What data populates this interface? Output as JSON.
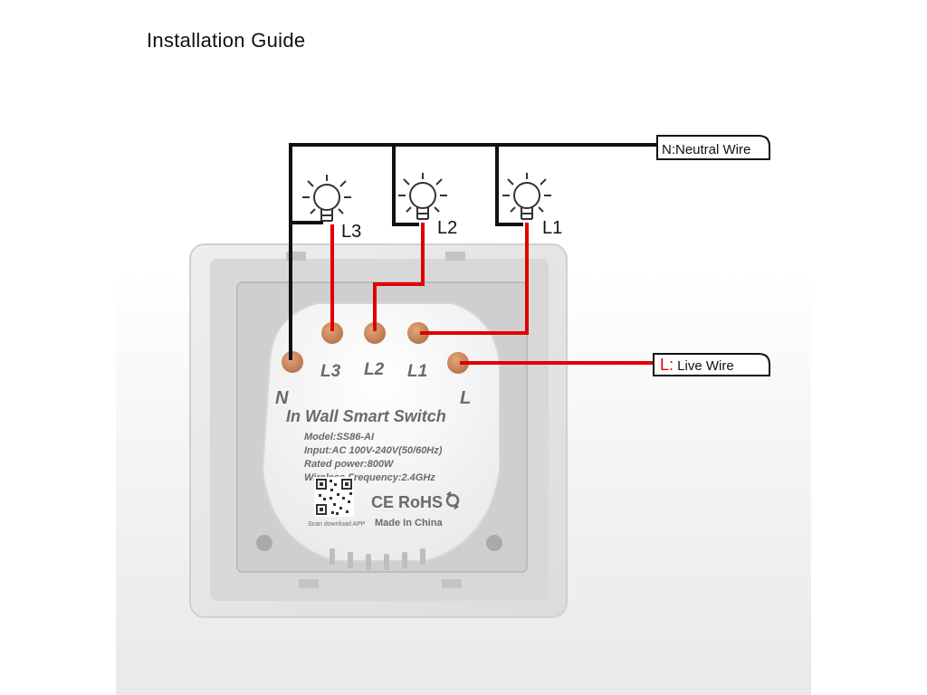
{
  "title": "Installation Guide",
  "labels": {
    "neutral_wire": "N:Neutral Wire",
    "live_prefix": "L:",
    "live_text": " Live Wire",
    "lamp_l3": "L3",
    "lamp_l2": "L2",
    "lamp_l1": "L1"
  },
  "module": {
    "terminal_n": "N",
    "terminal_l3": "L3",
    "terminal_l2": "L2",
    "terminal_l1": "L1",
    "terminal_l": "L",
    "product_name": "In Wall Smart Switch",
    "spec_model": "Model:SS86-AI",
    "spec_input": "Input:AC 100V-240V(50/60Hz)",
    "spec_power": "Rated power:800W",
    "spec_wireless": "Wireless Frequency:2.4GHz",
    "marks": "CE RoHS",
    "qr_caption": "Scan download APP",
    "origin": "Made In China"
  },
  "colors": {
    "live_wire": "#e00000",
    "neutral_wire": "#111111",
    "terminal": "#c98557",
    "module_text": "#666666"
  }
}
